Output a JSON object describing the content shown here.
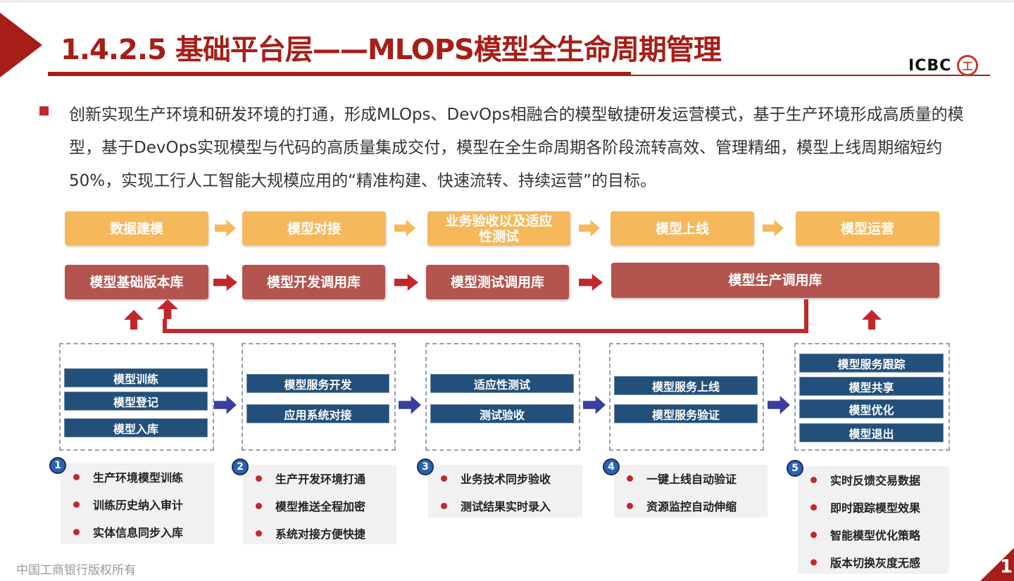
{
  "header": {
    "title": "1.4.2.5 基础平台层——MLOPS模型全生命周期管理",
    "logo_text": "ICBC",
    "logo_mark": "工"
  },
  "intro": "创新实现生产环境和研发环境的打通，形成MLOps、DevOps相融合的模型敏捷研发运营模式，基于生产环境形成高质量的模型，基于DevOps实现模型与代码的高质量集成交付，模型在全生命周期各阶段流转高效、管理精细，模型上线周期缩短约50%，实现工行人工智能大规模应用的“精准构建、快速流转、持续运营”的目标。",
  "phases": [
    "数据建模",
    "模型对接",
    "业务验收以及适应性测试",
    "模型上线",
    "模型运营"
  ],
  "libraries": [
    "模型基础版本库",
    "模型开发调用库",
    "模型测试调用库",
    "模型生产调用库"
  ],
  "stages": [
    {
      "number": "1",
      "items": [
        "模型训练",
        "模型登记",
        "模型入库"
      ],
      "bullets": [
        "生产环境模型训练",
        "训练历史纳入审计",
        "实体信息同步入库"
      ]
    },
    {
      "number": "2",
      "items": [
        "模型服务开发",
        "应用系统对接"
      ],
      "bullets": [
        "生产开发环境打通",
        "模型推送全程加密",
        "系统对接方便快捷"
      ]
    },
    {
      "number": "3",
      "items": [
        "适应性测试",
        "测试验收"
      ],
      "bullets": [
        "业务技术同步验收",
        "测试结果实时录入"
      ]
    },
    {
      "number": "4",
      "items": [
        "模型服务上线",
        "模型服务验证"
      ],
      "bullets": [
        "一键上线自动验证",
        "资源监控自动伸缩"
      ]
    },
    {
      "number": "5",
      "items": [
        "模型服务跟踪",
        "模型共享",
        "模型优化",
        "模型退出"
      ],
      "bullets": [
        "实时反馈交易数据",
        "即时跟踪模型效果",
        "智能模型优化策略",
        "版本切换灰度无感"
      ]
    }
  ],
  "footer": {
    "copyright": "中国工商银行版权所有",
    "page": "1"
  },
  "colors": {
    "brand": "#a61e17",
    "orange": "#f5b95c",
    "red": "#b4544e",
    "navy": "#23507a"
  }
}
